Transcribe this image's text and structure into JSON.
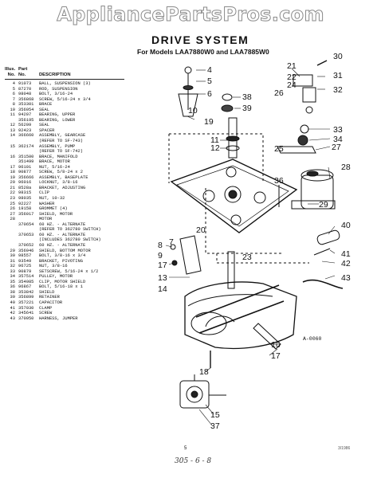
{
  "watermark": "AppliancePartsPros.com",
  "title": "DRIVE SYSTEM",
  "subtitle": "For Models LAA7880W0 and LAA7885W0",
  "parts_header": {
    "row1": [
      "Illus.",
      "Part",
      ""
    ],
    "row2": [
      "No.",
      "No.",
      "DESCRIPTION"
    ]
  },
  "parts": [
    {
      "no": "4",
      "part": "91073",
      "desc": "BALL, SUSPENSION (3)"
    },
    {
      "no": "5",
      "part": "87270",
      "desc": "ROD, SUSPENSION"
    },
    {
      "no": "6",
      "part": "98048",
      "desc": "BOLT, 3/16-24"
    },
    {
      "no": "7",
      "part": "356868",
      "desc": "SCREW, 5/16-24 x 3/4"
    },
    {
      "no": "8",
      "part": "353301",
      "desc": "BRACE"
    },
    {
      "no": "10",
      "part": "356954",
      "desc": "SEAL"
    },
    {
      "no": "11",
      "part": "94207",
      "desc": "BEARING, UPPER"
    },
    {
      "no": "",
      "part": "356195",
      "desc": "BEARING, LOWER"
    },
    {
      "no": "12",
      "part": "56209",
      "desc": "SEAL"
    },
    {
      "no": "13",
      "part": "92423",
      "desc": "SPACER"
    },
    {
      "no": "14",
      "part": "366660",
      "desc": "ASSEMBLY, GEARCASE"
    },
    {
      "no": "",
      "part": "",
      "desc": "(REFER TO SF-743)"
    },
    {
      "no": "15",
      "part": "362174",
      "desc": "ASSEMBLY, PUMP"
    },
    {
      "no": "",
      "part": "",
      "desc": "(REFER TO SF-742)"
    },
    {
      "no": "16",
      "part": "351500",
      "desc": "BRACE, MANIFOLD"
    },
    {
      "no": "",
      "part": "351499",
      "desc": "BRACE, MOTOR"
    },
    {
      "no": "17",
      "part": "96101",
      "desc": "NUT, 5/16-24"
    },
    {
      "no": "18",
      "part": "90877",
      "desc": "SCREW, 5/8-24 x 2"
    },
    {
      "no": "19",
      "part": "356666",
      "desc": "ASSEMBLY, BASEPLATE"
    },
    {
      "no": "20",
      "part": "96016",
      "desc": "LOCKNUT, 3/8-16"
    },
    {
      "no": "21",
      "part": "8528a",
      "desc": "BRACKET, ADJUSTING"
    },
    {
      "no": "22",
      "part": "98315",
      "desc": "CLIP"
    },
    {
      "no": "23",
      "part": "98035",
      "desc": "NUT, 10-32"
    },
    {
      "no": "25",
      "part": "92227",
      "desc": "WASHER"
    },
    {
      "no": "26",
      "part": "19158",
      "desc": "GROMMET (4)"
    },
    {
      "no": "27",
      "part": "356017",
      "desc": "SHIELD, MOTOR"
    },
    {
      "no": "28",
      "part": "",
      "desc": "MOTOR"
    },
    {
      "no": "",
      "part": "370654",
      "desc": "60 HZ. - ALTERNATE"
    },
    {
      "no": "",
      "part": "",
      "desc": "(REFER TO 362780 SWITCH)"
    },
    {
      "no": "",
      "part": "370653",
      "desc": "60 HZ. - ALTERNATE"
    },
    {
      "no": "",
      "part": "",
      "desc": "(INCLUDES 362780 SWITCH)"
    },
    {
      "no": "",
      "part": "370652",
      "desc": "60 HZ. - ALTERNATE"
    },
    {
      "no": "29",
      "part": "356946",
      "desc": "SHIELD, BOTTOM MOTOR"
    },
    {
      "no": "30",
      "part": "98557",
      "desc": "BOLT, 3/8-16 x 3/4"
    },
    {
      "no": "31",
      "part": "93549",
      "desc": "BRACKET, PIVOTING"
    },
    {
      "no": "32",
      "part": "96725",
      "desc": "NUT, 3/8-16"
    },
    {
      "no": "33",
      "part": "90879",
      "desc": "SETSCREW, 5/16-24 x 1/2"
    },
    {
      "no": "34",
      "part": "357514",
      "desc": "PULLEY, MOTOR"
    },
    {
      "no": "35",
      "part": "354085",
      "desc": "CLIP, MOTOR SHIELD"
    },
    {
      "no": "36",
      "part": "96867",
      "desc": "BOLT, 5/16-18 x 1"
    },
    {
      "no": "38",
      "part": "353842",
      "desc": "SHIELD"
    },
    {
      "no": "39",
      "part": "356899",
      "desc": "RETAINER"
    },
    {
      "no": "40",
      "part": "357221",
      "desc": "CAPACITOR"
    },
    {
      "no": "41",
      "part": "357030",
      "desc": "CLAMP"
    },
    {
      "no": "42",
      "part": "345641",
      "desc": "SCREW"
    },
    {
      "no": "43",
      "part": "370950",
      "desc": "HARNESS, JUMPER"
    }
  ],
  "callouts": [
    "4",
    "5",
    "6",
    "7",
    "8",
    "9",
    "10",
    "11",
    "12",
    "13",
    "14",
    "15",
    "16",
    "17",
    "17",
    "18",
    "19",
    "20",
    "21",
    "22",
    "23",
    "24",
    "25",
    "26",
    "27",
    "28",
    "29",
    "30",
    "31",
    "32",
    "33",
    "34",
    "36",
    "37",
    "38",
    "39",
    "40",
    "41",
    "42",
    "43"
  ],
  "figure_ref": "A-0060",
  "page_number": "5",
  "handwritten_note": "305 - 6 - 8",
  "corner_mark": "3/1986"
}
